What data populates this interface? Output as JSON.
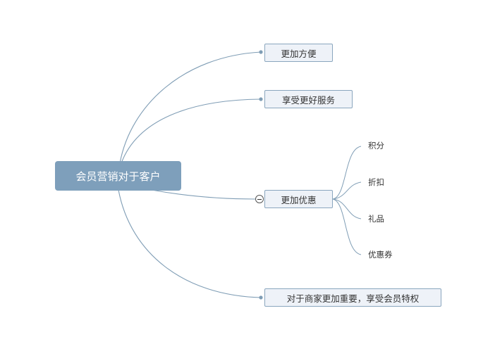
{
  "root": {
    "label": "会员营销对于客户"
  },
  "branches": [
    {
      "label": "更加方便"
    },
    {
      "label": "享受更好服务"
    },
    {
      "label": "更加优惠",
      "children": [
        "积分",
        "折扣",
        "礼品",
        "优惠券"
      ]
    },
    {
      "label": "对于商家更加重要，享受会员特权"
    }
  ],
  "colors": {
    "root_fill": "#7e9fbb",
    "branch_fill": "#eef2f8",
    "branch_border": "#8aa6be",
    "connector": "#7f9db5"
  },
  "icons": {
    "collapse": "collapse-minus-icon"
  }
}
